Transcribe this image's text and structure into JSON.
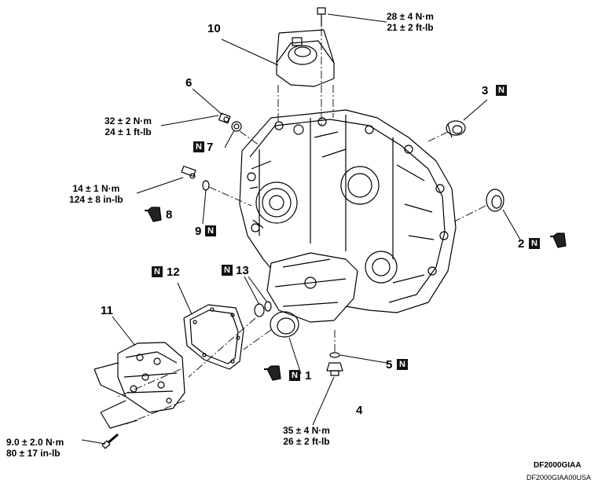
{
  "labels": {
    "item1": "1",
    "item2": "2",
    "item3": "3",
    "item4": "4",
    "item5": "5",
    "item6": "6",
    "item7": "7",
    "item8": "8",
    "item9": "9",
    "item10": "10",
    "item11": "11",
    "item12": "12",
    "item13": "13"
  },
  "badge_text": "N",
  "torques": {
    "t10_nm": "28 ± 4 N·m",
    "t10_ft": "21 ± 2 ft-lb",
    "t6_nm": "32 ± 2 N·m",
    "t6_ft": "24 ± 1 ft-lb",
    "t8_nm": "14 ± 1 N·m",
    "t8_in": "124 ± 8 in-lb",
    "t4_nm": "35 ± 4 N·m",
    "t4_ft": "26 ± 2 ft-lb",
    "t11_nm": "9.0 ± 2.0 N·m",
    "t11_in": "80 ± 17 in-lb"
  },
  "codes": {
    "figure": "DF2000GIAA",
    "sub": "DF2000GIAA00USA"
  },
  "icons": [
    "sealant-tube-icon",
    "new-part-badge-icon"
  ]
}
